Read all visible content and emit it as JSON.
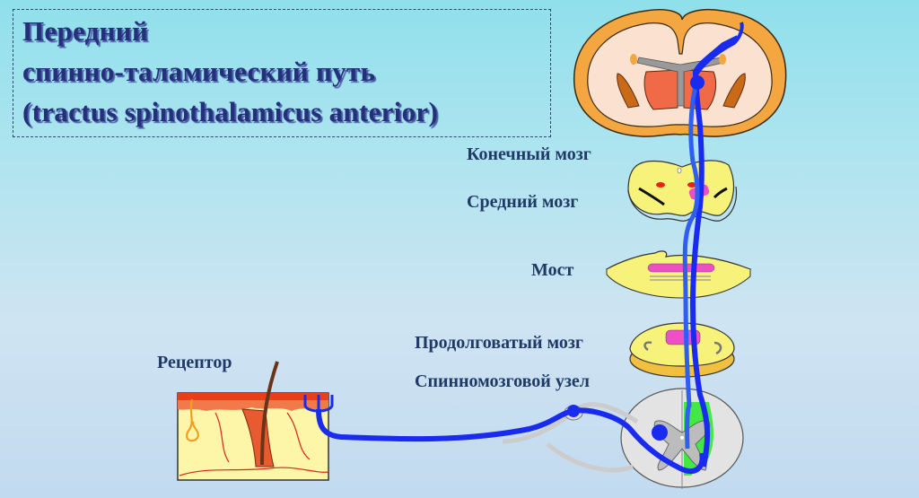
{
  "title": {
    "line1": "Передний",
    "line2": "спинно-таламический  путь",
    "line3": "(tractus  spinothalamicus  anterior)"
  },
  "labels": {
    "telencephalon": "Конечный мозг",
    "midbrain": "Средний мозг",
    "pons": "Мост",
    "medulla": "Продолговатый мозг",
    "spinal_ganglion": "Спинномозговой узел",
    "receptor": "Рецептор"
  },
  "colors": {
    "pathway": "#1a2bf0",
    "pathway_light": "#2f5ff0",
    "cortex": "#f4a640",
    "white_matter": "#fbe1cf",
    "thalamus": "#f06a48",
    "brainstem": "#f7f27a",
    "nucleus": "#ee4fc6",
    "spinal_tract": "#44e844",
    "title": "#25307a",
    "label": "#1f3a66"
  }
}
